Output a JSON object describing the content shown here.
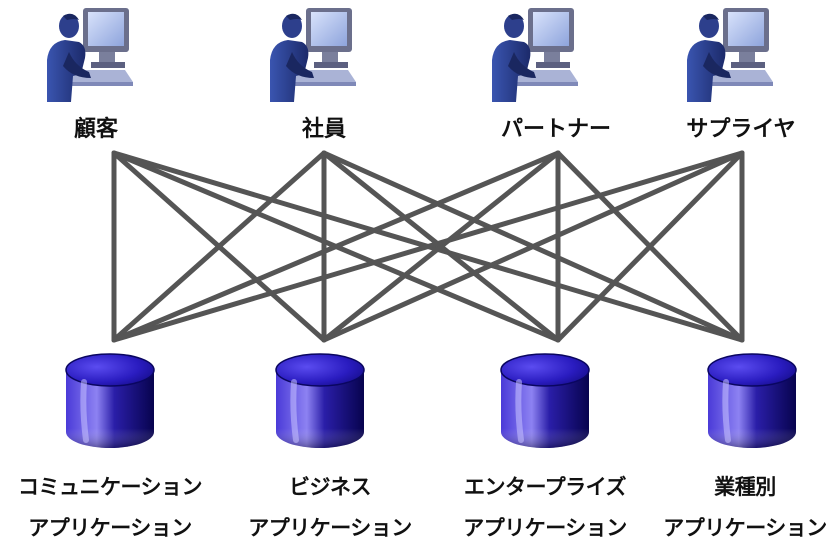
{
  "colors": {
    "connector": "#555555",
    "monitor_frame": "#6b6f8c",
    "monitor_screen": "#b9c9f0",
    "person": "#2d3f8c",
    "person_shadow": "#1a2760",
    "keyboard": "#aab3d6",
    "db_top": "#3a2bd0",
    "db_body_light": "#9a8ff5",
    "db_body_dark": "#08045a",
    "label": "#111111"
  },
  "users": [
    {
      "label": "顧客",
      "icon": "computer-user-icon"
    },
    {
      "label": "社員",
      "icon": "computer-user-icon"
    },
    {
      "label": "パートナー",
      "icon": "computer-user-icon"
    },
    {
      "label": "サプライヤ",
      "icon": "computer-user-icon"
    }
  ],
  "applications": [
    {
      "line1": "コミュニケーション",
      "line2": "アプリケーション",
      "icon": "database-icon"
    },
    {
      "line1": "ビジネス",
      "line2": "アプリケーション",
      "icon": "database-icon"
    },
    {
      "line1": "エンタープライズ",
      "line2": "アプリケーション",
      "icon": "database-icon"
    },
    {
      "line1": "業種別",
      "line2": "アプリケーション",
      "icon": "database-icon"
    }
  ]
}
